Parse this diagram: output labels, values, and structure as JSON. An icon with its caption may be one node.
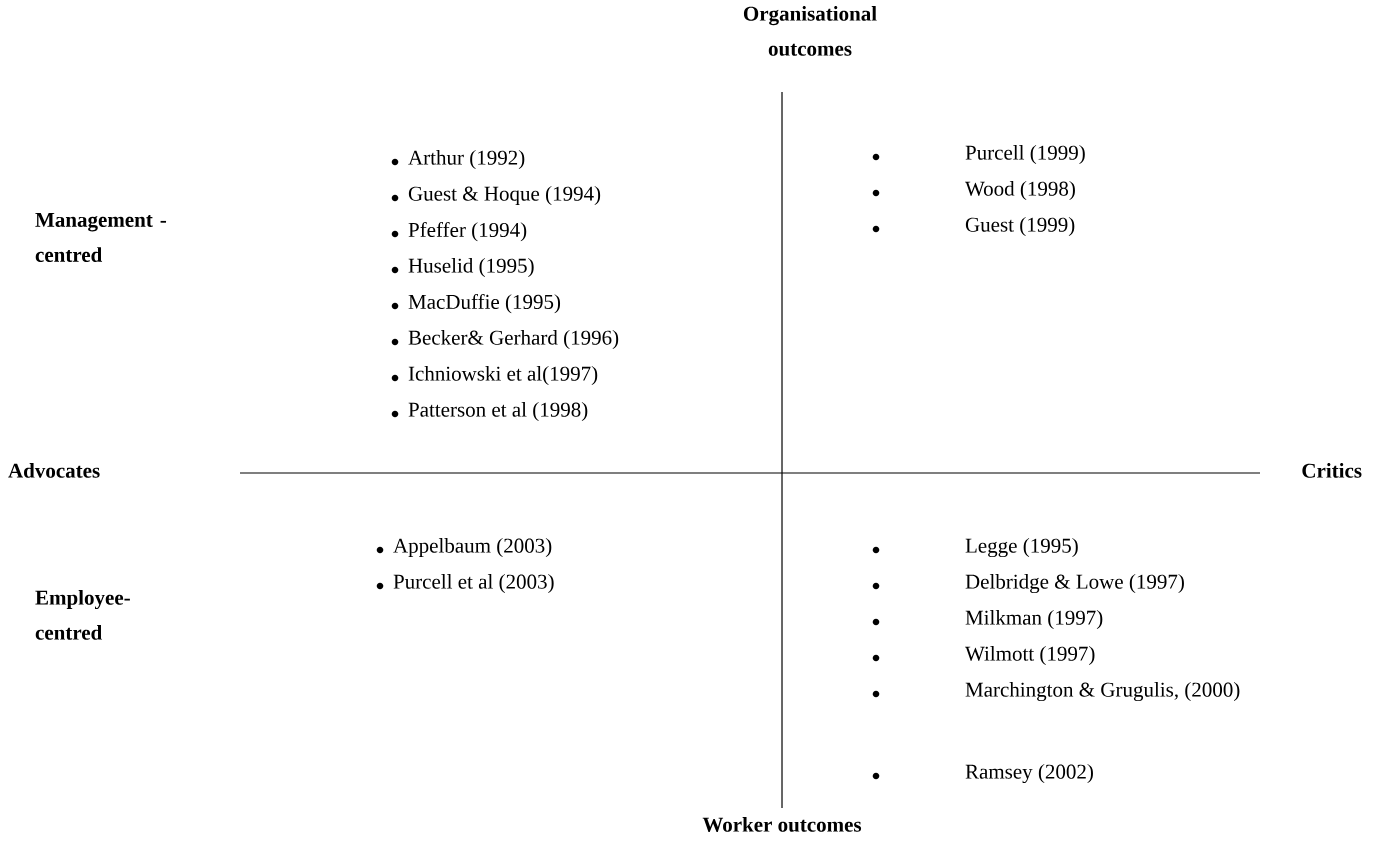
{
  "diagram": {
    "labels": [
      "Organisational outcomes",
      "Arthur (1992)",
      "Guest & Hoque (1994)",
      "Pfeffer (1994)",
      "Huselid (1995)",
      "MacDuffie (1995)",
      "Becker& Gerhard (1996)",
      "Ichniowski et al(1997)",
      "Patterson et al (1998)",
      "Purcell (1999)",
      "Wood (1998)",
      "Guest (1999)",
      "Management - centred",
      "Advocates",
      "Critics",
      "Appelbaum (2003)",
      "Purcell et al (2003)",
      "Legge (1995)",
      "Delbridge & Lowe (1997)",
      "Milkman (1997)",
      "Wilmott (1997)",
      "Marchington & Grugulis, (2000)",
      "Ramsey (2002)",
      "Employee-centred",
      "Worker outcomes"
    ]
  }
}
